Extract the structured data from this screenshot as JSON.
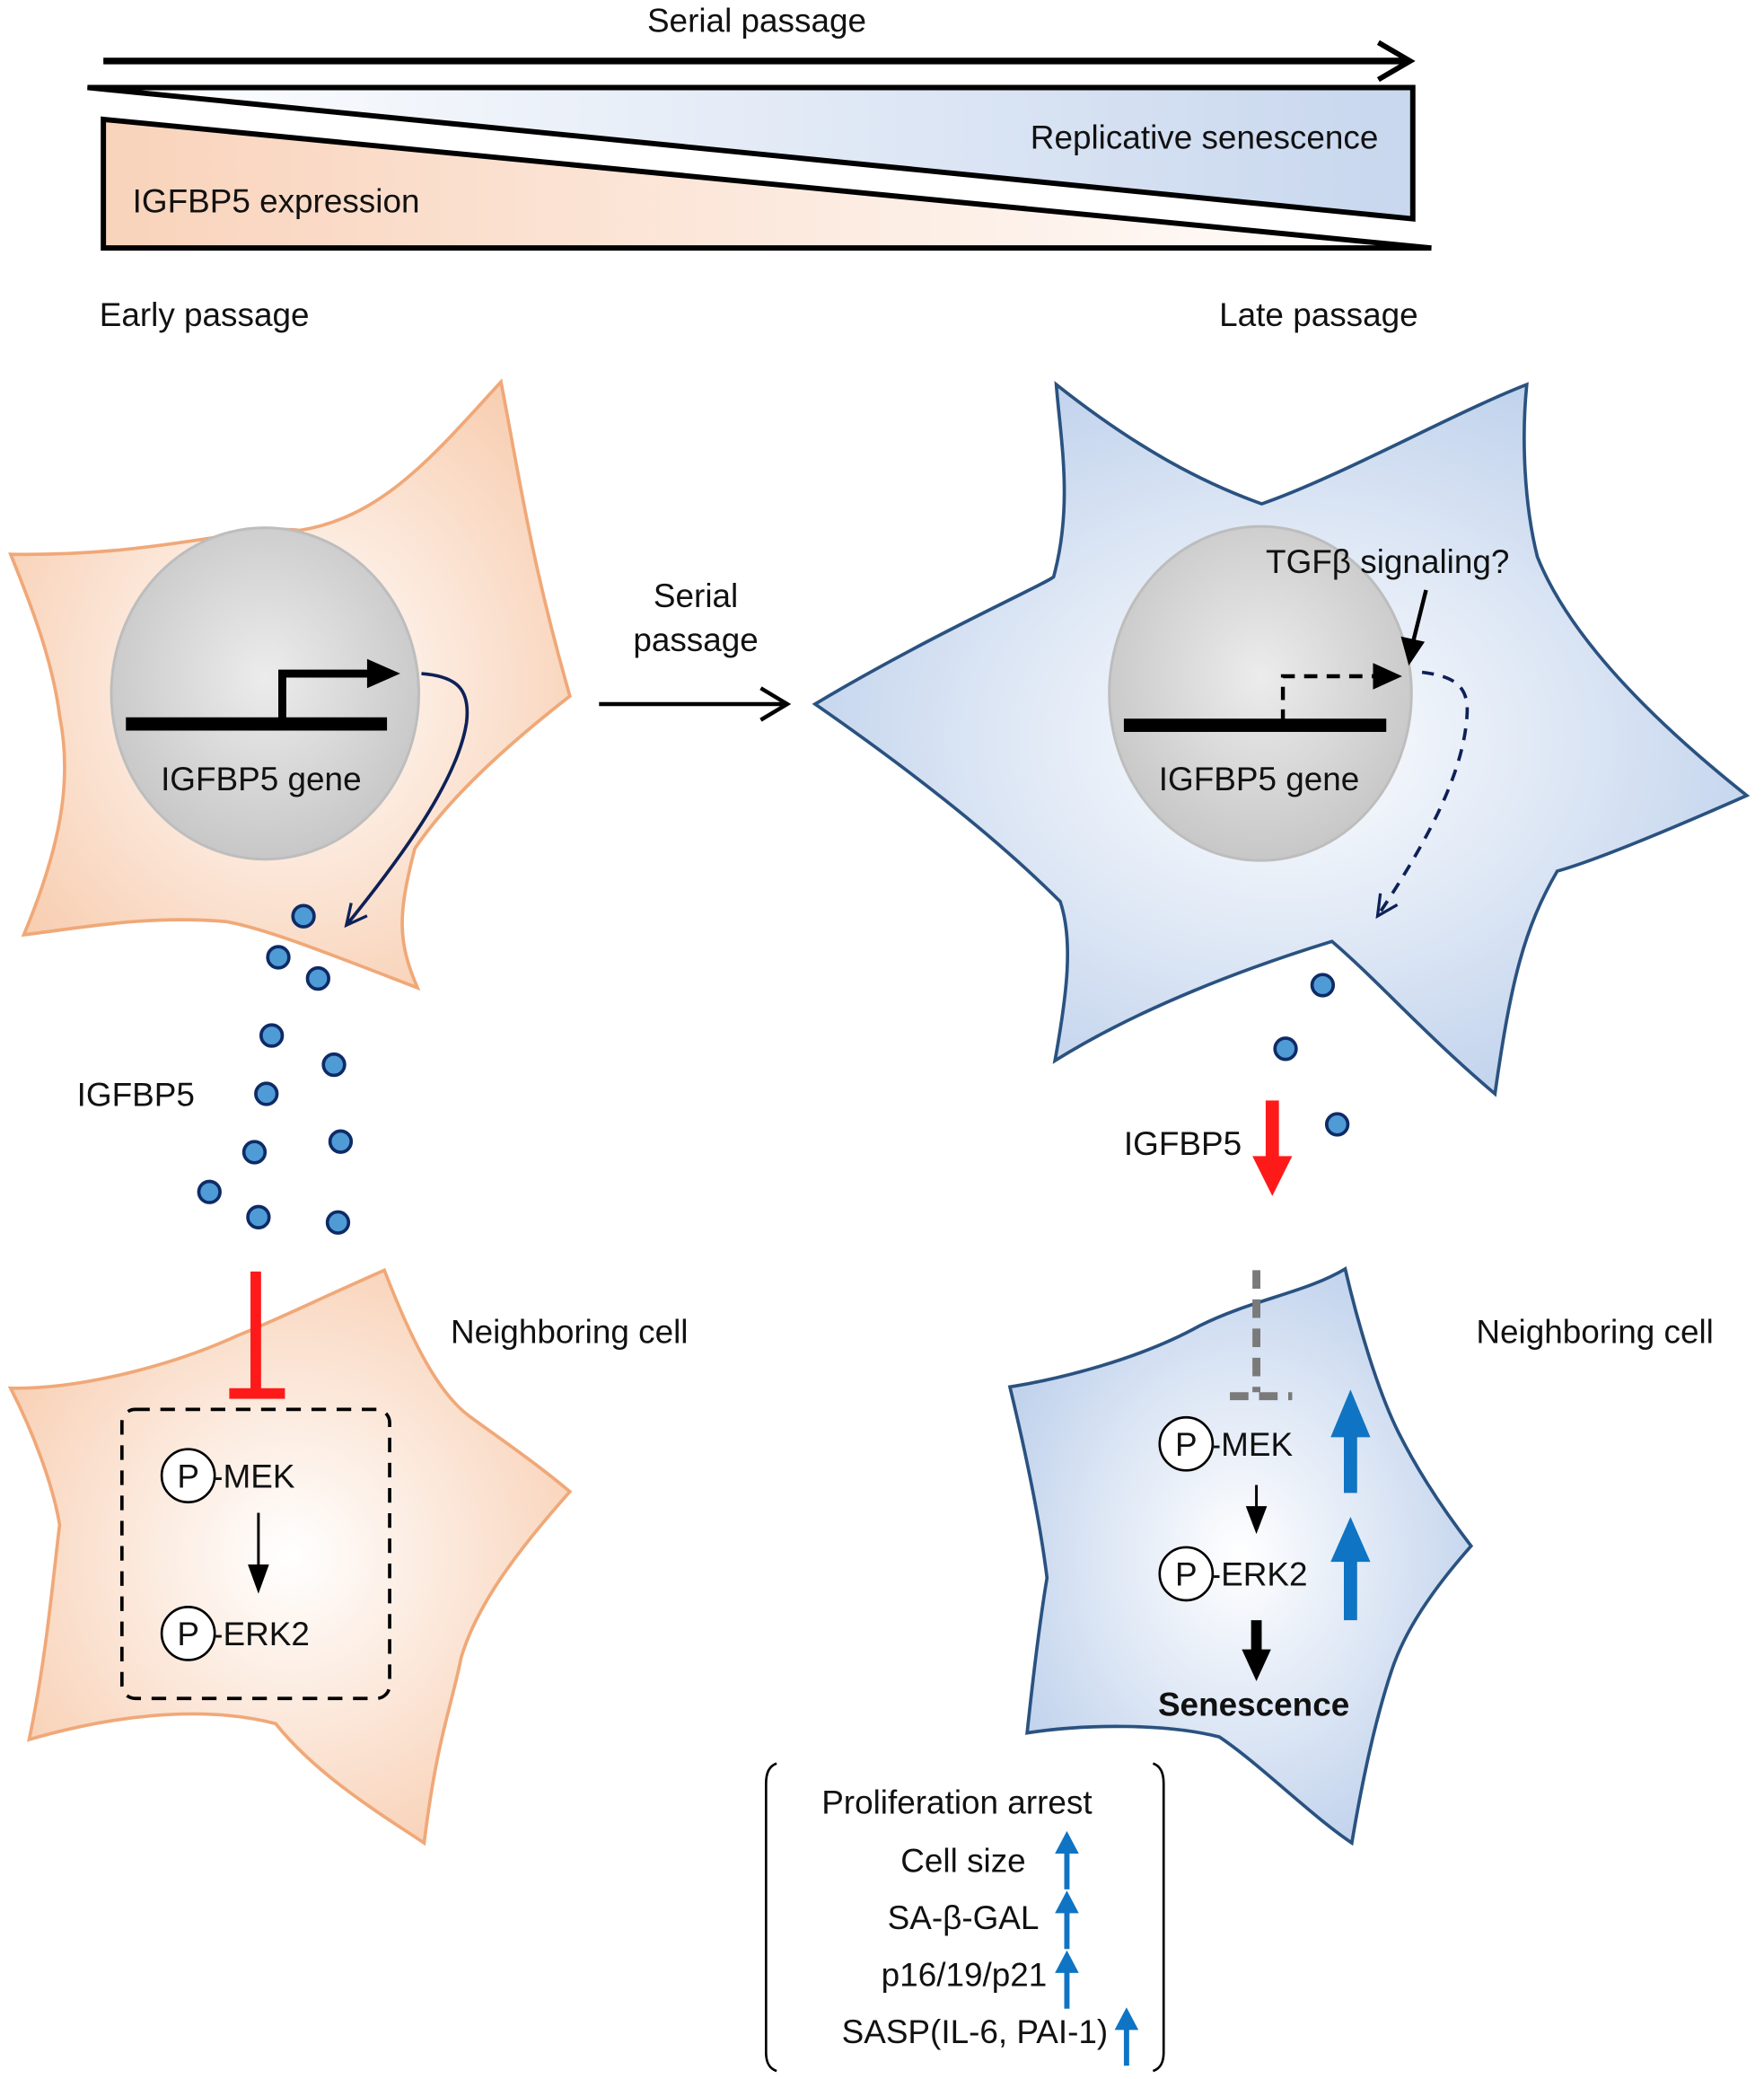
{
  "top": {
    "serial_passage": "Serial passage",
    "replicative_senescence": "Replicative senescence",
    "igfbp5_expression": "IGFBP5 expression",
    "early_passage": "Early passage",
    "late_passage": "Late passage"
  },
  "left_cell": {
    "gene_label": "IGFBP5 gene",
    "secreted_label": "IGFBP5"
  },
  "middle": {
    "serial_line1": "Serial",
    "serial_line2": "passage"
  },
  "right_cell": {
    "tgf_label": "TGFβ signaling?",
    "gene_label": "IGFBP5 gene",
    "secreted_label": "IGFBP5"
  },
  "left_neighbor": {
    "title": "Neighboring cell",
    "p_symbol": "P",
    "mek": "-MEK",
    "erk": "-ERK2"
  },
  "right_neighbor": {
    "title": "Neighboring cell",
    "p_symbol": "P",
    "mek": "-MEK",
    "erk": "-ERK2",
    "outcome": "Senescence"
  },
  "phenotype_box": {
    "items": [
      "Proliferation arrest",
      "Cell size",
      "SA-β-GAL",
      "p16/19/p21",
      "SASP(IL-6, PAI-1)"
    ]
  },
  "colors": {
    "early_fill": "#f9d4bd",
    "early_stroke": "#f0a878",
    "late_fill": "#c9d8ee",
    "late_stroke": "#2a5280",
    "nucleus": "#cfcfcf",
    "protein": "#4f9bd6",
    "protein_stroke": "#0e2b66",
    "inhibit_red": "#ff1a1a",
    "up_blue": "#0f74c3"
  }
}
